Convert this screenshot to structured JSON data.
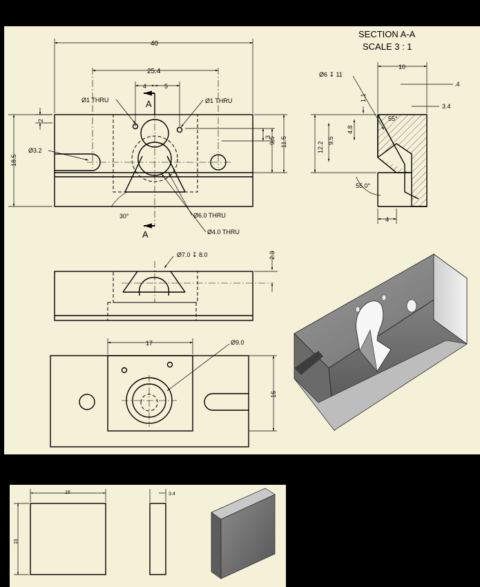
{
  "section_view": {
    "title": "SECTION A-A",
    "scale": "SCALE 3 : 1",
    "dims": {
      "hole": "Ø6 ↧ 11",
      "width_top": "10",
      "right_offset": ".4",
      "right_3_4": "3.4",
      "d_1_1": "1.1",
      "d_4_8": "4.8",
      "angle_55": "55°",
      "d_12_2": "12.2",
      "d_9_5": "9.5",
      "angle_55_0": "55.0°",
      "bottom_4": "4"
    }
  },
  "top_view": {
    "dims": {
      "overall_40": "40",
      "span_25_4": "25.4",
      "d_4": "4",
      "d_5": "5",
      "hole_left": "Ø1 THRU",
      "hole_right": "Ø1 THRU",
      "d_2": "2",
      "slot": "Ø3.2",
      "height_18_5": "18.5",
      "d_3": "3",
      "d_9_5": "9.5",
      "d_11_5": "11.5",
      "angle_30": "30°",
      "hole_6": "Ø6.0 THRU",
      "hole_4": "Ø4.0 THRU",
      "section_mark_top": "A",
      "section_mark_bottom": "A"
    }
  },
  "front_view": {
    "dims": {
      "counterbore": "Ø7.0 ↧ 8.0",
      "d_2_3": "2.3"
    }
  },
  "bottom_view": {
    "dims": {
      "d_17": "17",
      "boss": "Ø9.0",
      "d_16": "16"
    }
  },
  "small_sheet": {
    "dims": {
      "width_16": "16",
      "height_15": "15",
      "thickness_3_4": "3.4"
    }
  }
}
